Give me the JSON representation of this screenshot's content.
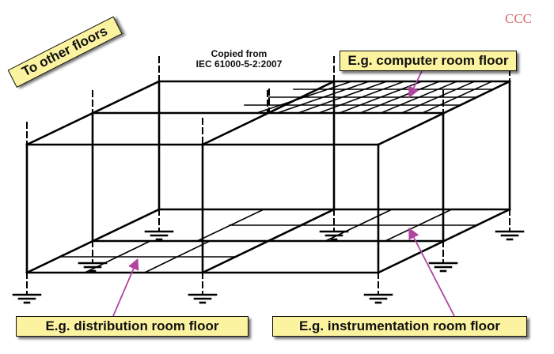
{
  "watermark": "CCC",
  "credit": {
    "line1": "Copied from",
    "line2": "IEC 61000-5-2:2007"
  },
  "labels": {
    "other_floors": "To other floors",
    "computer_room": "E.g. computer room floor",
    "distribution_room": "E.g. distribution room floor",
    "instrumentation_room": "E.g. instrumentation room floor"
  },
  "colors": {
    "line": "#000000",
    "label_fill": "#fcf3a0",
    "arrow": "#b0449e",
    "watermark": "#d76a6a"
  },
  "structure": {
    "description": "Meshed bonding network of a building: two bays wide, two bays deep, two floor levels, with grounded columns",
    "bays_wide": 2,
    "bays_deep": 2,
    "floor_levels": 2,
    "ground_symbol_count": 8,
    "computer_room_mesh": {
      "rows": 4,
      "columns": 10
    },
    "lower_floor_mesh_rows": 2
  }
}
